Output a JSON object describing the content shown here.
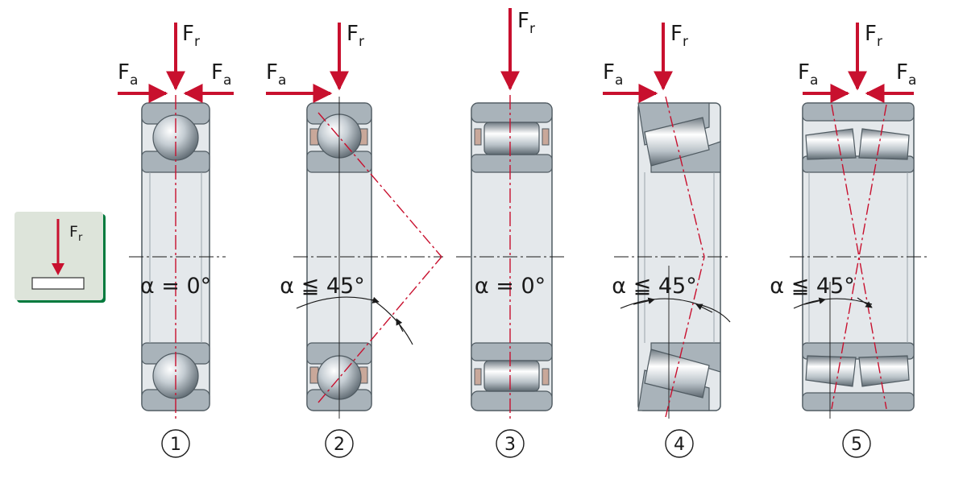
{
  "colors": {
    "force_arrow": "#c8102e",
    "axis_line": "#c8102e",
    "center_line": "#1a1a1a",
    "ring_fill": "#a9b3ba",
    "ring_stroke": "#4f5a61",
    "bore_fill": "#e4e8eb",
    "cage_fill": "#8a9399",
    "spacer_fill": "#c9a89a",
    "legend_box": "#dde4da",
    "legend_border": "#007a3d"
  },
  "icons": [
    "radial-load-arrow-icon",
    "bearing-cross-section-icon"
  ],
  "legend": {
    "force": {
      "main": "F",
      "sub": "r"
    }
  },
  "bearings": [
    {
      "number": "1",
      "radial_force": {
        "main": "F",
        "sub": "r"
      },
      "axial_force_left": {
        "main": "F",
        "sub": "a"
      },
      "axial_force_right": {
        "main": "F",
        "sub": "a"
      },
      "contact_angle": "α = 0°"
    },
    {
      "number": "2",
      "radial_force": {
        "main": "F",
        "sub": "r"
      },
      "axial_force_left": {
        "main": "F",
        "sub": "a"
      },
      "contact_angle": "α ≦ 45°"
    },
    {
      "number": "3",
      "radial_force": {
        "main": "F",
        "sub": "r"
      },
      "contact_angle": "α = 0°"
    },
    {
      "number": "4",
      "radial_force": {
        "main": "F",
        "sub": "r"
      },
      "axial_force_left": {
        "main": "F",
        "sub": "a"
      },
      "contact_angle": "α ≦ 45°"
    },
    {
      "number": "5",
      "radial_force": {
        "main": "F",
        "sub": "r"
      },
      "axial_force_left": {
        "main": "F",
        "sub": "a"
      },
      "axial_force_right": {
        "main": "F",
        "sub": "a"
      },
      "contact_angle": "α ≦ 45°"
    }
  ]
}
